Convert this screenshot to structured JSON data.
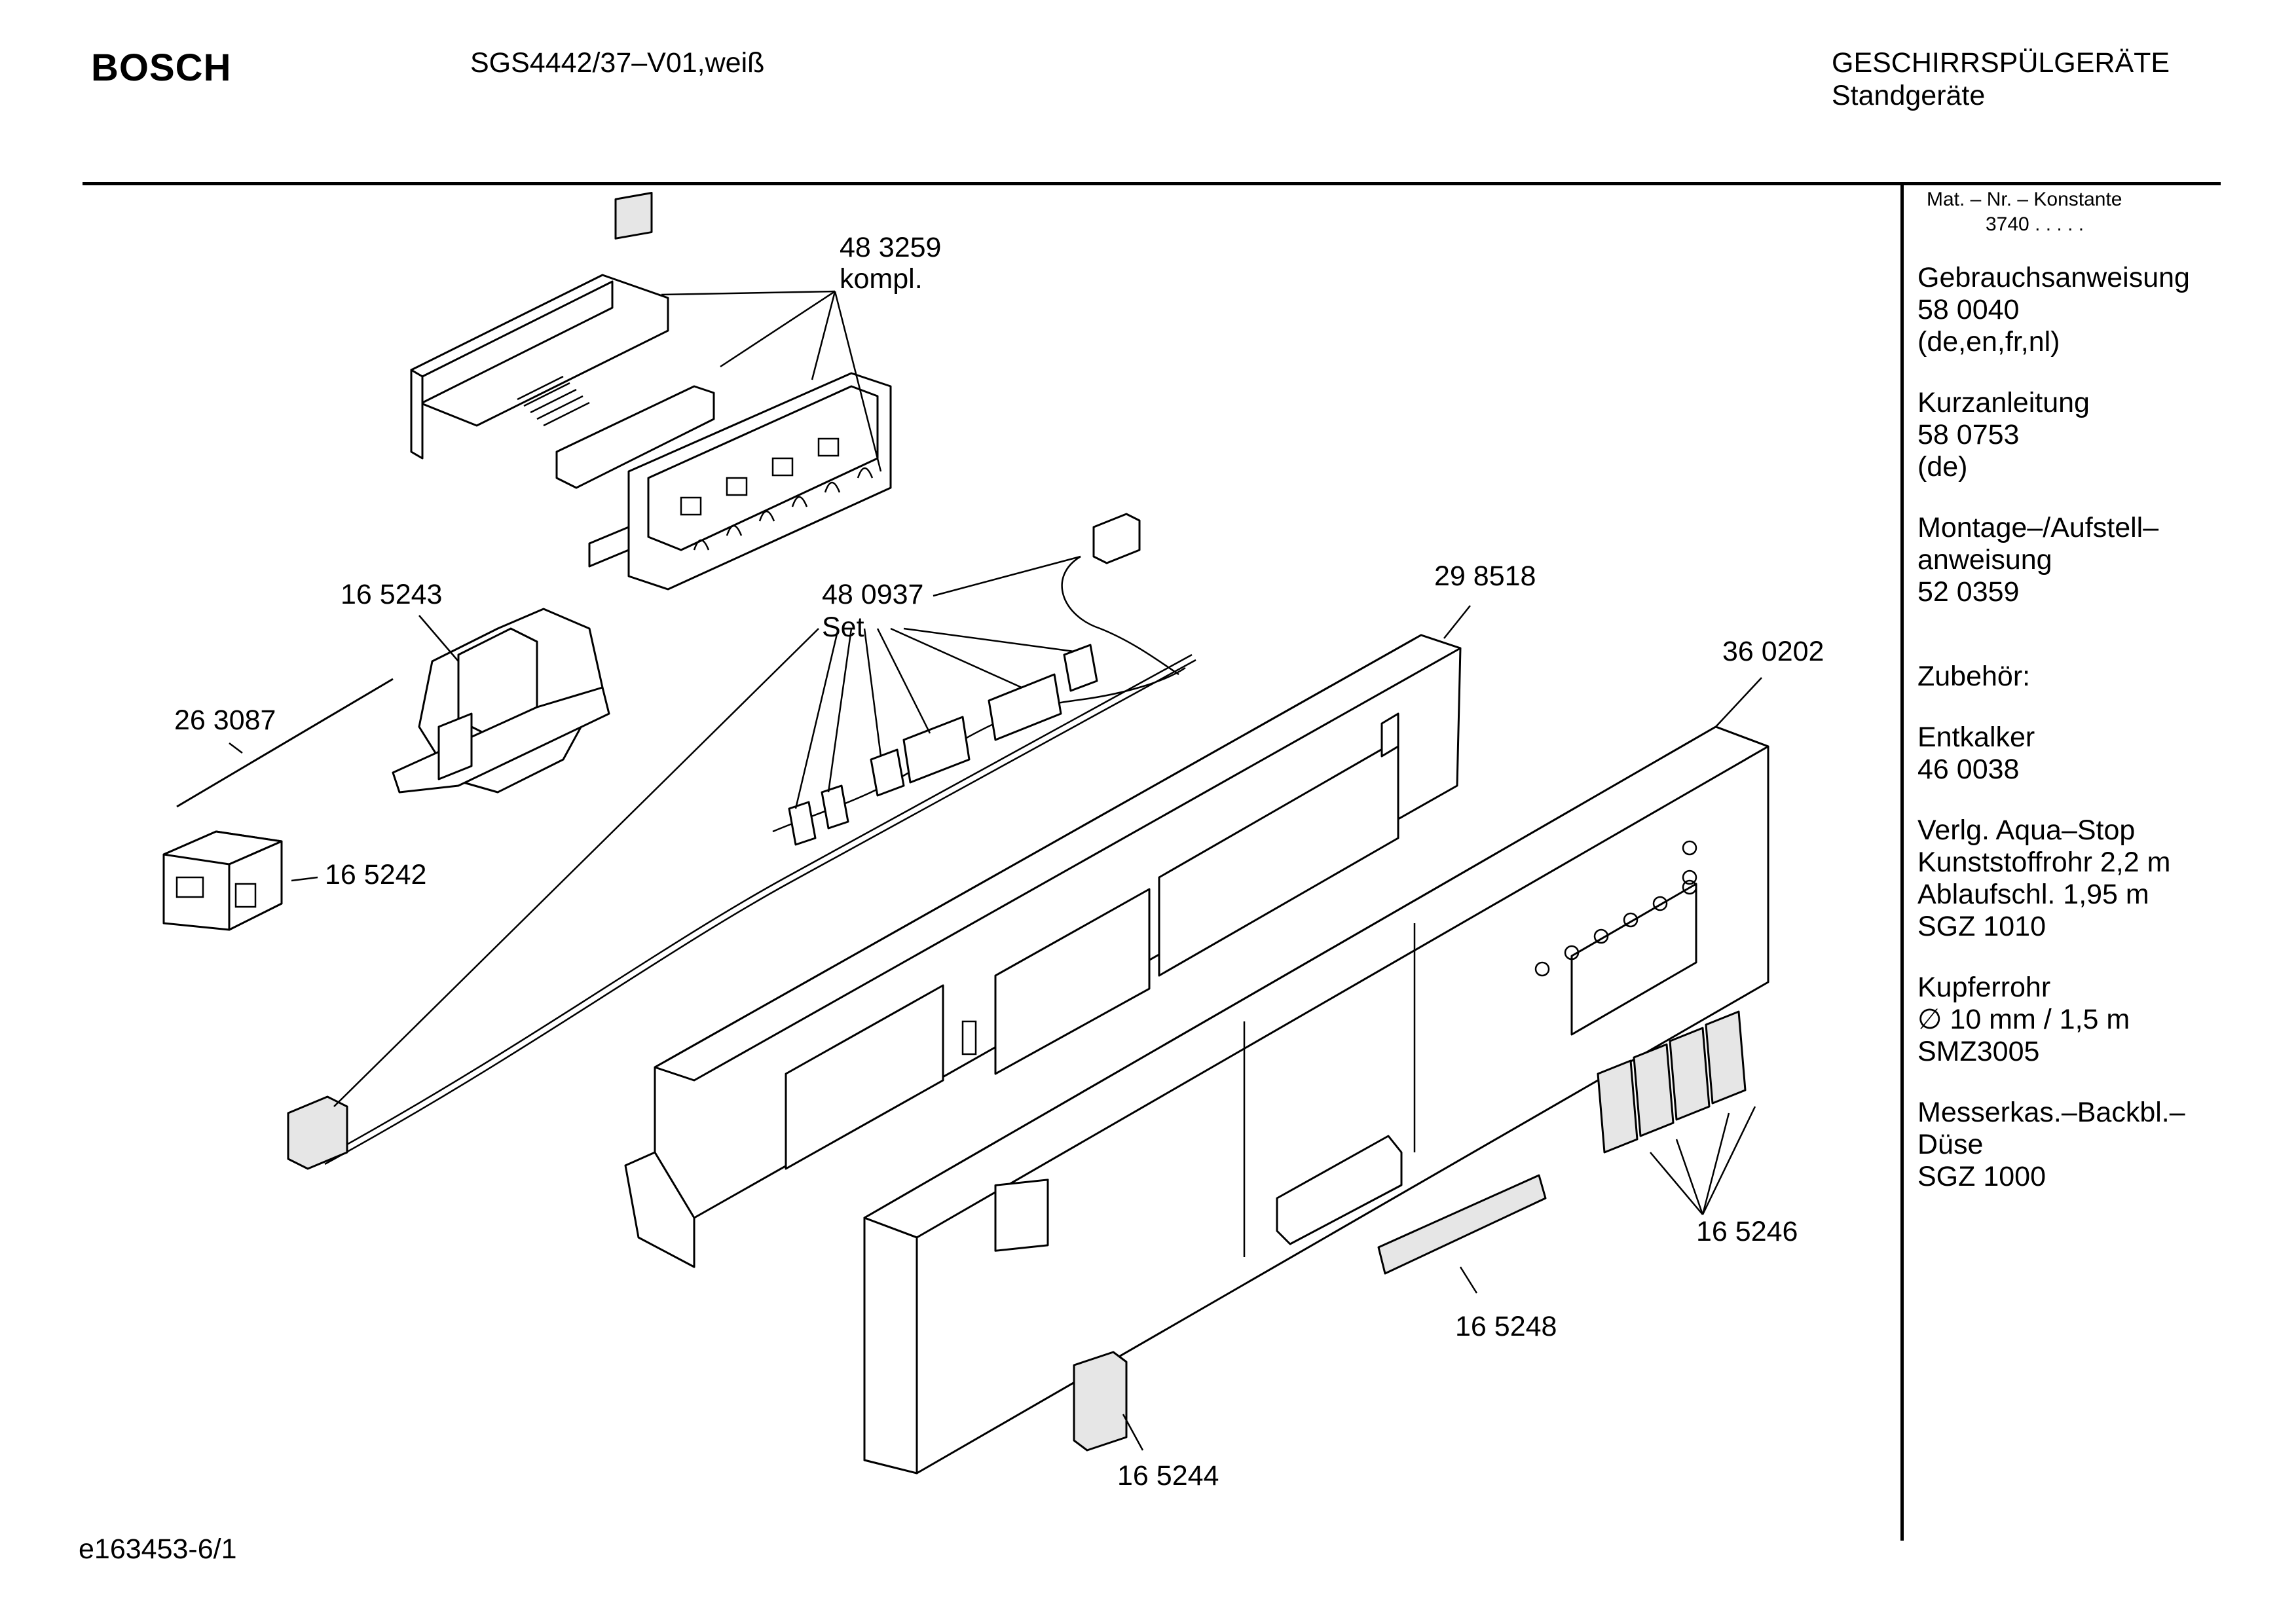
{
  "header": {
    "brand": "BOSCH",
    "model": "SGS4442/37–V01,weiß",
    "category": "GESCHIRRSPÜLGERÄTE",
    "subcategory": "Standgeräte"
  },
  "sidebar": {
    "constant_label": "Mat. – Nr. – Konstante",
    "constant_value": "3740  .   .   .   .   .",
    "blocks": [
      {
        "lines": [
          "Gebrauchsanweisung",
          "58 0040",
          "(de,en,fr,nl)"
        ]
      },
      {
        "lines": [
          "Kurzanleitung",
          "58 0753",
          "(de)"
        ]
      },
      {
        "lines": [
          "Montage–/Aufstell–",
          "anweisung",
          "52 0359"
        ]
      },
      {
        "lines": [
          "Zubehör:"
        ]
      },
      {
        "lines": [
          "Entkalker",
          "46 0038"
        ]
      },
      {
        "lines": [
          "Verlg. Aqua–Stop",
          "Kunststoffrohr 2,2 m",
          "Ablaufschl. 1,95 m",
          "SGZ 1010"
        ]
      },
      {
        "lines": [
          "Kupferrohr",
          "∅ 10 mm / 1,5 m",
          "SMZ3005"
        ]
      },
      {
        "lines": [
          "Messerkas.–Backbl.–",
          "Düse",
          "SGZ 1000"
        ]
      }
    ]
  },
  "diagram": {
    "labels": {
      "p483259": "48 3259",
      "p483259_note": "kompl.",
      "p165243": "16 5243",
      "p263087": "26 3087",
      "p165242": "16 5242",
      "p480937": "48 0937",
      "p480937_note": "Set",
      "p298518": "29 8518",
      "p360202": "36 0202",
      "p165246": "16 5246",
      "p165248": "16 5248",
      "p165244": "16 5244"
    }
  },
  "footer": {
    "drawing_id": "e163453-6/1"
  }
}
